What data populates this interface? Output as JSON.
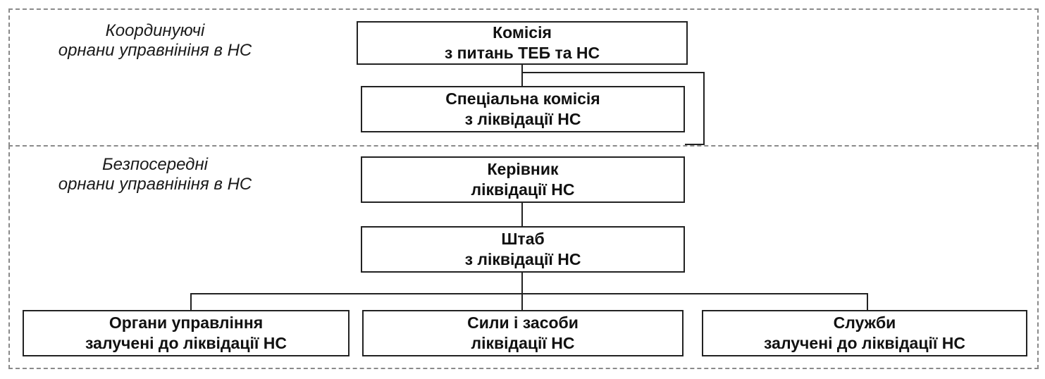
{
  "sections": {
    "coordinating": {
      "line1": "Координуючі",
      "line2": "орнани управнініня в НС"
    },
    "direct": {
      "line1": "Безпосередні",
      "line2": "орнани управнініня в НС"
    }
  },
  "boxes": {
    "commission": {
      "line1": "Комісія",
      "line2": "з питань ТЕБ та НС"
    },
    "special_commission": {
      "line1": "Спеціальна комісія",
      "line2": "з ліквідації НС"
    },
    "head": {
      "line1": "Керівник",
      "line2": "ліквідації НС"
    },
    "headquarters": {
      "line1": "Штаб",
      "line2": "з ліквідації НС"
    },
    "management_bodies": {
      "line1": "Органи управління",
      "line2": "залучені до ліквідації НС"
    },
    "forces": {
      "line1": "Сили і засоби",
      "line2": "ліквідації НС"
    },
    "services": {
      "line1": "Служби",
      "line2": "залучені до ліквідації НС"
    }
  }
}
